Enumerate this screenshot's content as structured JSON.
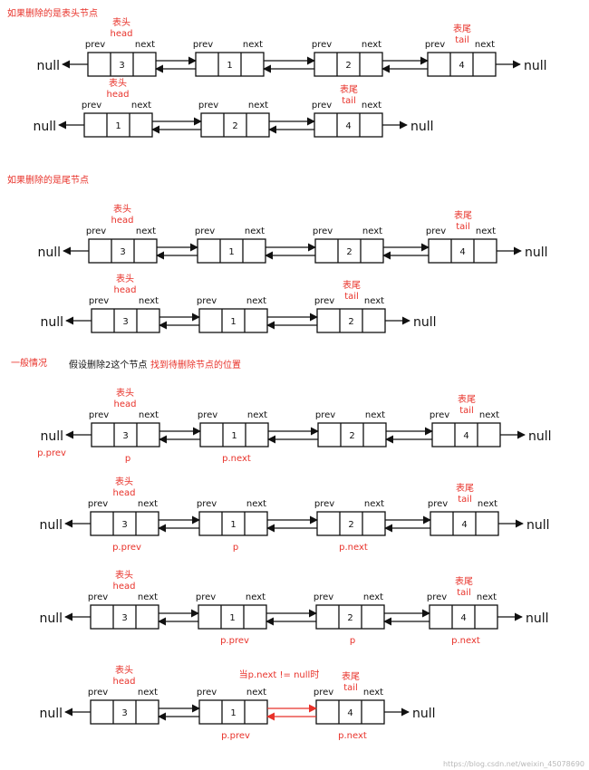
{
  "sections": [
    {
      "title": "如果删除的是表头节点",
      "extra": []
    },
    {
      "title": "如果删除的是尾节点",
      "extra": []
    },
    {
      "title": "一般情况",
      "extra": [
        {
          "text": "假设删除2这个节点",
          "color": "#111111"
        },
        {
          "text": "找到待删除节点的位置",
          "color": "#e8322a"
        }
      ]
    }
  ],
  "labels": {
    "prev": "prev",
    "next": "next",
    "null": "null",
    "head_cn": "表头",
    "head": "head",
    "tail_cn": "表尾",
    "tail": "tail",
    "p": "p",
    "p_prev": "p.prev",
    "p_next": "p.next",
    "condition": "当p.next != null时"
  },
  "rows": [
    {
      "nodes": [
        "3",
        "1",
        "2",
        "4"
      ],
      "head_index": 0,
      "tail_index": 3,
      "pointers": {}
    },
    {
      "nodes": [
        "1",
        "2",
        "4"
      ],
      "head_index": 0,
      "tail_index": 2,
      "pointers": {}
    },
    {
      "nodes": [
        "3",
        "1",
        "2",
        "4"
      ],
      "head_index": 0,
      "tail_index": 3,
      "pointers": {}
    },
    {
      "nodes": [
        "3",
        "1",
        "2"
      ],
      "head_index": 0,
      "tail_index": 2,
      "pointers": {}
    },
    {
      "nodes": [
        "3",
        "1",
        "2",
        "4"
      ],
      "head_index": 0,
      "tail_index": 3,
      "pointers": {
        "0": "p",
        "1": "p.next"
      },
      "left_pointer": "p.prev"
    },
    {
      "nodes": [
        "3",
        "1",
        "2",
        "4"
      ],
      "head_index": 0,
      "tail_index": 3,
      "pointers": {
        "0": "p.prev",
        "1": "p",
        "2": "p.next"
      }
    },
    {
      "nodes": [
        "3",
        "1",
        "2",
        "4"
      ],
      "head_index": 0,
      "tail_index": 3,
      "pointers": {
        "1": "p.prev",
        "2": "p",
        "3": "p.next"
      }
    },
    {
      "nodes": [
        "3",
        "1",
        "4"
      ],
      "head_index": 0,
      "tail_index": 2,
      "pointers": {
        "1": "p.prev",
        "2": "p.next"
      },
      "note": "当p.next != null时",
      "red_link": 1
    }
  ],
  "watermark": "https://blog.csdn.net/weixin_45078690"
}
